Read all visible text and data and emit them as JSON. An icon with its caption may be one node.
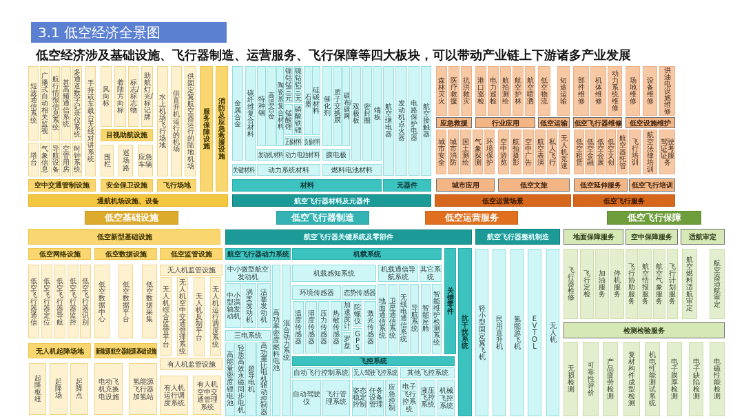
{
  "diagram": {
    "title": "3.1 低空经济全景图",
    "nodes": [
      {
        "text": [
          "短波通信系统"
        ]
      },
      {
        "text": [
          "广播式自动相关监视"
        ]
      },
      {
        "text": [
          "航行情报信息系统"
        ]
      },
      {
        "text": [
          "甚高频通信系统"
        ]
      },
      {
        "text": [
          "多通道数字记录仪系统"
        ]
      },
      {
        "text": [
          "塔台"
        ]
      },
      {
        "text": [
          "气象信息"
        ]
      },
      {
        "text": [
          "导航设备"
        ]
      },
      {
        "text": [
          "空管用房"
        ]
      },
      {
        "text": [
          "时钟系统"
        ]
      },
      {
        "text": [
          "手持或车载台无线对讲系统"
        ]
      },
      {
        "text": [
          "空中交通管制设施"
        ]
      },
      {
        "text": [
          "风向标"
        ]
      },
      {
        "text": [
          "着陆方向标"
        ]
      },
      {
        "text": [
          "标志/标志物"
        ]
      },
      {
        "text": [
          "助航灯光/标记牌"
        ]
      },
      {
        "text": [
          "目视助航设施"
        ]
      },
      {
        "text": [
          "围栏"
        ]
      },
      {
        "text": [
          "巡场路"
        ]
      },
      {
        "text": [
          "应急车辆"
        ]
      },
      {
        "text": [
          "安全保卫设施"
        ]
      },
      {
        "text": [
          "水上机场飞行场地"
        ]
      },
      {
        "text": [
          "供直升机运行的机场"
        ]
      },
      {
        "text": [
          "供固定翼航空器运行的陆地机场"
        ]
      },
      {
        "text": [
          "飞行场地"
        ]
      },
      {
        "text": [
          "服务保障设施"
        ]
      },
      {
        "text": [
          "消防及应急救援设施"
        ]
      },
      {
        "text": [
          "通航机场设施、设备"
        ]
      },
      {
        "text": [
          "金属合金"
        ]
      },
      {
        "text": [
          "碳纤维复合材料"
        ]
      },
      {
        "text": [
          "特种钢"
        ]
      },
      {
        "text": [
          "高温合金"
        ]
      },
      {
        "text": [
          "陶瓷基复合材料"
        ]
      },
      {
        "text": [
          "镍钴锰三元"
        ]
      },
      {
        "text": [
          "锰酸锂"
        ]
      },
      {
        "text": [
          "镍钴铝三元"
        ]
      },
      {
        "text": [
          "磷酸铁锂"
        ]
      },
      {
        "text": [
          "正极材料"
        ]
      },
      {
        "text": [
          "石墨"
        ]
      },
      {
        "text": [
          "硅碳材料"
        ]
      },
      {
        "text": [
          "负极材料"
        ]
      },
      {
        "text": [
          "催化剂"
        ]
      },
      {
        "text": [
          "质子交换膜"
        ]
      },
      {
        "text": [
          "碳布/碳网"
        ]
      },
      {
        "text": [
          "发动机材料"
        ]
      },
      {
        "text": [
          "动力电池材料"
        ]
      },
      {
        "text": [
          "膜电极"
        ]
      },
      {
        "text": [
          "双极板"
        ]
      },
      {
        "text": [
          "密封圈"
        ]
      },
      {
        "text": [
          "端板"
        ]
      },
      {
        "text": [
          "关键材料"
        ]
      },
      {
        "text": [
          "动力系统材料"
        ]
      },
      {
        "text": [
          "燃料电池材料"
        ]
      },
      {
        "text": [
          "航空继电器"
        ]
      },
      {
        "text": [
          "发动机点火器"
        ]
      },
      {
        "text": [
          "电路保护电器"
        ]
      },
      {
        "text": [
          "航空接触器"
        ]
      },
      {
        "text": [
          "材料"
        ]
      },
      {
        "text": [
          "元器件"
        ]
      },
      {
        "text": [
          "航空飞行器材料及元器件"
        ]
      },
      {
        "text": [
          "森林灭火"
        ]
      },
      {
        "text": [
          "医疗救援"
        ]
      },
      {
        "text": [
          "抗洪救灾"
        ]
      },
      {
        "text": [
          "港口巡检"
        ]
      },
      {
        "text": [
          "电力巡检"
        ]
      },
      {
        "text": [
          "航拍测绘"
        ]
      },
      {
        "text": [
          "航空护林"
        ]
      },
      {
        "text": [
          "航空喷洒"
        ]
      },
      {
        "text": [
          "低空物流"
        ]
      },
      {
        "text": [
          "短途运输"
        ]
      },
      {
        "text": [
          "部件维修"
        ]
      },
      {
        "text": [
          "机体维修"
        ]
      },
      {
        "text": [
          "动力系统维修"
        ]
      },
      {
        "text": [
          "场地维修"
        ]
      },
      {
        "text": [
          "设备维修"
        ]
      },
      {
        "text": [
          "供油电设施维修"
        ]
      },
      {
        "text": [
          "应急救援"
        ]
      },
      {
        "text": [
          "行业应用"
        ]
      },
      {
        "text": [
          "低空运输"
        ]
      },
      {
        "text": [
          "低空飞行器维修"
        ]
      },
      {
        "text": [
          "低空设施维护"
        ]
      },
      {
        "text": [
          "城市安全"
        ]
      },
      {
        "text": [
          "城市消防"
        ]
      },
      {
        "text": [
          "国土测绘"
        ]
      },
      {
        "text": [
          "气象探测"
        ]
      },
      {
        "text": [
          "环境保护"
        ]
      },
      {
        "text": [
          "空中游览"
        ]
      },
      {
        "text": [
          "航拍摄影"
        ]
      },
      {
        "text": [
          "空中广告"
        ]
      },
      {
        "text": [
          "航空表演"
        ]
      },
      {
        "text": [
          "私人飞行"
        ]
      },
      {
        "text": [
          "无人机竞速"
        ]
      },
      {
        "text": [
          "低空租赁"
        ]
      },
      {
        "text": [
          "低空金融"
        ]
      },
      {
        "text": [
          "低空会展"
        ]
      },
      {
        "text": [
          "低空文创"
        ]
      },
      {
        "text": [
          "航空器托管"
        ]
      },
      {
        "text": [
          "飞行培训"
        ]
      },
      {
        "text": [
          "航空法律培训"
        ]
      },
      {
        "text": [
          "驾驶证考证服务"
        ]
      },
      {
        "text": [
          "城市应用"
        ]
      },
      {
        "text": [
          "低空文旅"
        ]
      },
      {
        "text": [
          "低空延伸服务"
        ]
      },
      {
        "text": [
          "低空飞行培训"
        ]
      },
      {
        "text": [
          "低空运营场景"
        ]
      },
      {
        "text": [
          "低空飞行服务"
        ]
      },
      {
        "text": [
          "低空基础设施"
        ]
      },
      {
        "text": [
          "低空飞行器制造"
        ]
      },
      {
        "text": [
          "低空运营服务"
        ]
      },
      {
        "text": [
          "低空飞行保障"
        ]
      },
      {
        "text": [
          "低空新型基础设施"
        ]
      },
      {
        "text": [
          "低空网络设施"
        ]
      },
      {
        "text": [
          "低空数据设施"
        ]
      },
      {
        "text": [
          "低空监管设施"
        ]
      },
      {
        "text": [
          "低空飞行器通信"
        ]
      },
      {
        "text": [
          "低空飞行器定位"
        ]
      },
      {
        "text": [
          "低空飞行器导航"
        ]
      },
      {
        "text": [
          "低空飞行器监控"
        ]
      },
      {
        "text": [
          "低空飞行器识别"
        ]
      },
      {
        "text": [
          "低空数据中心"
        ]
      },
      {
        "text": [
          "低空数据平台"
        ]
      },
      {
        "text": [
          "低空数据采集"
        ]
      },
      {
        "text": [
          "无人机监管设施"
        ]
      },
      {
        "text": [
          "无人机综合监管平台"
        ]
      },
      {
        "text": [
          "无人机空中交通管理系统"
        ]
      },
      {
        "text": [
          "无人机反制平台"
        ]
      },
      {
        "text": [
          "无人机运行调度系统"
        ]
      },
      {
        "text": [
          "有人机监管设施"
        ]
      },
      {
        "text": [
          "有人机运行调度系统"
        ]
      },
      {
        "text": [
          "有人机空中交通管理系统"
        ]
      },
      {
        "text": [
          "无人机起降场地"
        ]
      },
      {
        "text": [
          "新能源航空器能源基础设施"
        ]
      },
      {
        "text": [
          "起降枢纽"
        ]
      },
      {
        "text": [
          "起降场"
        ]
      },
      {
        "text": [
          "起降点"
        ]
      },
      {
        "text": [
          "电动飞机充换电设施"
        ]
      },
      {
        "text": [
          "氢能源飞行器加氢站"
        ]
      },
      {
        "text": [
          "航空飞行器关键系统及零部件"
        ]
      },
      {
        "text": [
          "航空飞行器动力系统"
        ]
      },
      {
        "text": [
          "机载系统"
        ]
      },
      {
        "text": [
          "关键零件"
        ]
      },
      {
        "text": [
          "抗干扰系统"
        ]
      },
      {
        "text": [
          "中小微型航空发动机"
        ]
      },
      {
        "text": [
          "中小型涡轴发动机"
        ]
      },
      {
        "text": [
          "涡桨发动机"
        ]
      },
      {
        "text": [
          "活塞发动机"
        ]
      },
      {
        "text": [
          "三电系统"
        ]
      },
      {
        "text": [
          "高能量密度锂电池"
        ]
      },
      {
        "text": [
          "轻质高效永磁同步电机"
        ]
      },
      {
        "text": [
          "超导电机"
        ]
      },
      {
        "text": [
          "高功重比电机驱动控制器"
        ]
      },
      {
        "text": [
          "高功率密度燃料电池"
        ]
      },
      {
        "text": [
          "混合动力系统"
        ]
      },
      {
        "text": [
          "机载感知系统"
        ]
      },
      {
        "text": [
          "机载通信导航系统"
        ]
      },
      {
        "text": [
          "其它系统"
        ]
      },
      {
        "text": [
          "环境传感器"
        ]
      },
      {
        "text": [
          "态势传感器"
        ]
      },
      {
        "text": [
          "温度传感器"
        ]
      },
      {
        "text": [
          "湿度传感器"
        ]
      },
      {
        "text": [
          "压力传感器"
        ]
      },
      {
        "text": [
          "热敏传感器"
        ]
      },
      {
        "text": [
          "加速度计"
        ]
      },
      {
        "text": [
          "罗盘"
        ]
      },
      {
        "text": [
          "陀螺仪"
        ]
      },
      {
        "text": [
          "GPS"
        ]
      },
      {
        "text": [
          "激光传感器"
        ]
      },
      {
        "text": [
          "地面通信系统"
        ]
      },
      {
        "text": [
          "卫星通信系统"
        ]
      },
      {
        "text": [
          "无线电通信系统"
        ]
      },
      {
        "text": [
          "导航系统"
        ]
      },
      {
        "text": [
          "智能座舱"
        ]
      },
      {
        "text": [
          "智能维护检测系统"
        ]
      },
      {
        "text": [
          "飞控系统"
        ]
      },
      {
        "text": [
          "自动飞行控制系统"
        ]
      },
      {
        "text": [
          "无人驾驶飞控系统"
        ]
      },
      {
        "text": [
          "其他飞控系统"
        ]
      },
      {
        "text": [
          "自动驾驶仪"
        ]
      },
      {
        "text": [
          "飞行管理系统"
        ]
      },
      {
        "text": [
          "姿态稳定控制"
        ]
      },
      {
        "text": [
          "任务设备管理"
        ]
      },
      {
        "text": [
          "应急控制"
        ]
      },
      {
        "text": [
          "电子飞行控系统"
        ]
      },
      {
        "text": [
          "液压飞控系统"
        ]
      },
      {
        "text": [
          "机械飞控系统"
        ]
      },
      {
        "text": [
          "航空飞行器整机制造"
        ]
      },
      {
        "text": [
          "轻小型固定翼飞机"
        ]
      },
      {
        "text": [
          "民用直升机"
        ]
      },
      {
        "text": [
          "氢能源飞机"
        ]
      },
      {
        "text": [
          "EVTOL"
        ]
      },
      {
        "text": [
          "无人机"
        ]
      },
      {
        "text": [
          "地面保障服务"
        ]
      },
      {
        "text": [
          "空中保障服务"
        ]
      },
      {
        "text": [
          "适航审定"
        ]
      },
      {
        "text": [
          "飞行器检修"
        ]
      },
      {
        "text": [
          "飞行定检"
        ]
      },
      {
        "text": [
          "加油服务"
        ]
      },
      {
        "text": [
          "停机服务"
        ]
      },
      {
        "text": [
          "飞行协助服务"
        ]
      },
      {
        "text": [
          "航空情报服务"
        ]
      },
      {
        "text": [
          "航空气象服务"
        ]
      },
      {
        "text": [
          "飞行计划服务"
        ]
      },
      {
        "text": [
          "航空燃料适航审定"
        ]
      },
      {
        "text": [
          "航空器适航审定"
        ]
      },
      {
        "text": [
          "检测检验服务"
        ]
      },
      {
        "text": [
          "无损检测"
        ]
      },
      {
        "text": [
          "可靠性评价"
        ]
      },
      {
        "text": [
          "产品疲劳检测"
        ]
      },
      {
        "text": [
          "复材构件成型检测"
        ]
      },
      {
        "text": [
          "机电性能测试系统"
        ]
      },
      {
        "text": [
          "电子膜厚检测"
        ]
      },
      {
        "text": [
          "电子缺陷检测"
        ]
      },
      {
        "text": [
          "电磁性能检测"
        ]
      }
    ],
    "labels": [
      "低空经济涉及基础设施、飞行器制造、运营服务、飞行保障等四大板块，可以带动产业链上下游诸多产业发展"
    ]
  }
}
